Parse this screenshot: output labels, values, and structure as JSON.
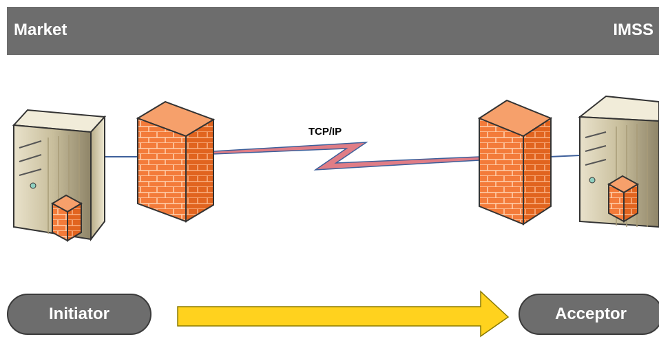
{
  "header": {
    "left_label": "Market",
    "right_label": "IMSS"
  },
  "link": {
    "label": "TCP/IP"
  },
  "roles": {
    "initiator": "Initiator",
    "acceptor": "Acceptor"
  },
  "colors": {
    "header_bg": "#6d6d6d",
    "firewall": "#f07a38",
    "line": "#3d5f9a",
    "arrow_fill": "#ffd21e",
    "arrow_stroke": "#8a7a00"
  },
  "icons": [
    "server-icon",
    "firewall-icon",
    "lightning-link-icon",
    "arrow-right-icon"
  ]
}
